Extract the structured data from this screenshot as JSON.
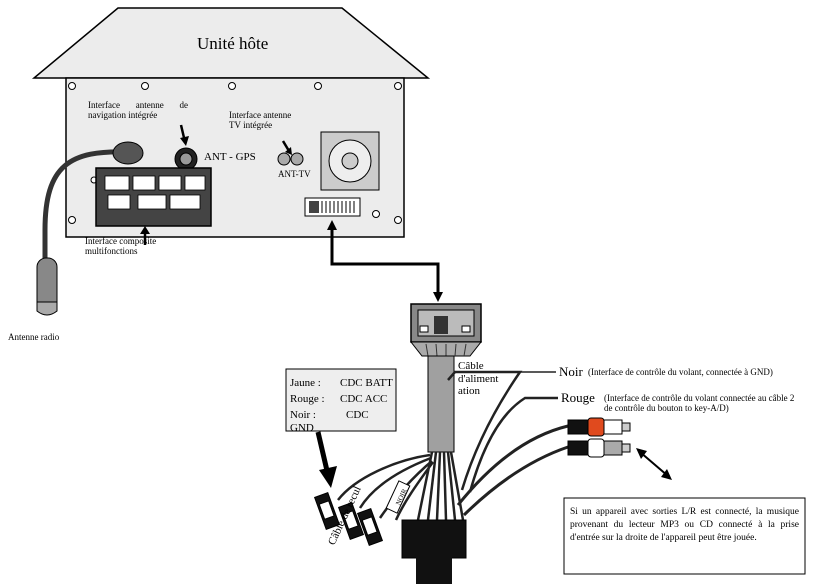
{
  "title": "Unité hôte",
  "labels": {
    "nav_antenna": "Interface antenne de navigation intégrée",
    "ant_gps": "ANT - GPS",
    "tv_antenna": "Interface antenne TV intégrée",
    "ant_tv": "ANT-TV",
    "composite": "Interface composite multifonctions",
    "radio_antenna": "Antenne radio",
    "power_cable": "Câble d'aliment ation",
    "reverse_cable": "Câble de recul",
    "noir_tag": "NOIR"
  },
  "cdc_box": {
    "rows": [
      {
        "color": "Jaune :",
        "signal": "CDC BATT"
      },
      {
        "color": "Rouge :",
        "signal": "CDC ACC"
      },
      {
        "color": "Noir :",
        "signal": "CDC GND"
      }
    ]
  },
  "steering": {
    "noir_word": "Noir",
    "noir_desc": "(Interface de contrôle du volant, connectée à GND)",
    "rouge_word": "Rouge",
    "rouge_desc": "(Interface de contrôle du volant connectée au câble 2 de contrôle du bouton to key-A/D)"
  },
  "audio_note": "Si un appareil avec sorties L/R est connecté, la musique provenant du lecteur MP3 ou CD connecté à la prise d'entrée sur la droite de l'appareil peut être jouée.",
  "colors": {
    "unit_fill": "#ececec",
    "cable_gray": "#9a9a9a",
    "rca_red": "#e04a1e",
    "rca_white": "#ffffff",
    "box_fill": "#eeeeee"
  }
}
